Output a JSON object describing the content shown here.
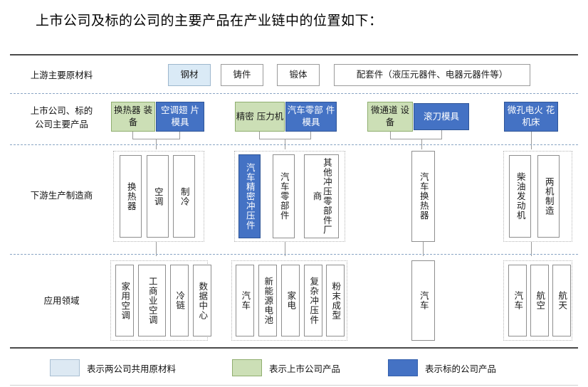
{
  "title": "上市公司及标的公司的主要产品在产业链中的位置如下：",
  "rows": [
    {
      "label": "上游主要原材料"
    },
    {
      "label": "上市公司、标的\n公司主要产品"
    },
    {
      "label": "下游生产制造商"
    },
    {
      "label": "应用领域"
    }
  ],
  "upstream": {
    "items": [
      {
        "text": "钢材",
        "fill": "blue-light"
      },
      {
        "text": "铸件",
        "fill": "plain"
      },
      {
        "text": "锻体",
        "fill": "plain"
      },
      {
        "text": "配套件（液压元器件、电器元器件等）",
        "fill": "plain"
      }
    ]
  },
  "products": {
    "items": [
      {
        "text": "换热器\n装备",
        "fill": "green"
      },
      {
        "text": "空调翅\n片模具",
        "fill": "blue"
      },
      {
        "text": "精密\n压力机",
        "fill": "green"
      },
      {
        "text": "汽车零部\n件模具",
        "fill": "blue"
      },
      {
        "text": "微通道\n设备",
        "fill": "green"
      },
      {
        "text": "滚刀模具",
        "fill": "blue"
      },
      {
        "text": "微孔电火\n花机床",
        "fill": "blue"
      }
    ]
  },
  "downstream": {
    "groups": [
      {
        "nodes": [
          {
            "text": "换热器",
            "fill": "plain"
          },
          {
            "text": "空调",
            "fill": "plain"
          },
          {
            "text": "制冷",
            "fill": "plain"
          }
        ]
      },
      {
        "nodes": [
          {
            "text": "汽车精密冲压件",
            "fill": "blue"
          },
          {
            "text": "汽车零部件",
            "fill": "plain"
          },
          {
            "text": "其他冲压零部件厂商",
            "fill": "plain",
            "cols": 2
          }
        ]
      },
      {
        "nodes": [
          {
            "text": "汽车换热器",
            "fill": "plain"
          }
        ]
      },
      {
        "nodes": [
          {
            "text": "柴油发动机",
            "fill": "plain"
          },
          {
            "text": "两机制造",
            "fill": "plain"
          }
        ]
      }
    ]
  },
  "application": {
    "groups": [
      {
        "nodes": [
          {
            "text": "家用空调",
            "fill": "plain"
          },
          {
            "text": "工商业空调",
            "fill": "plain",
            "cols": 2
          },
          {
            "text": "冷链",
            "fill": "plain"
          },
          {
            "text": "数据中心",
            "fill": "plain"
          }
        ]
      },
      {
        "nodes": [
          {
            "text": "汽车",
            "fill": "plain"
          },
          {
            "text": "新能源电池",
            "fill": "plain"
          },
          {
            "text": "家电",
            "fill": "plain"
          },
          {
            "text": "复杂冲压件",
            "fill": "plain"
          },
          {
            "text": "粉末成型",
            "fill": "plain"
          }
        ]
      },
      {
        "nodes": [
          {
            "text": "汽车",
            "fill": "plain"
          }
        ]
      },
      {
        "nodes": [
          {
            "text": "汽车",
            "fill": "plain"
          },
          {
            "text": "航空",
            "fill": "plain"
          },
          {
            "text": "航天",
            "fill": "plain"
          }
        ]
      }
    ]
  },
  "legend": {
    "items": [
      {
        "swatch": "c1",
        "label": "表示两公司共用原材料",
        "color": "#dde9f3"
      },
      {
        "swatch": "c2",
        "label": "表示上市公司产品",
        "color": "#ccdfb6"
      },
      {
        "swatch": "c3",
        "label": "表示标的公司产品",
        "color": "#4472c4"
      }
    ]
  }
}
